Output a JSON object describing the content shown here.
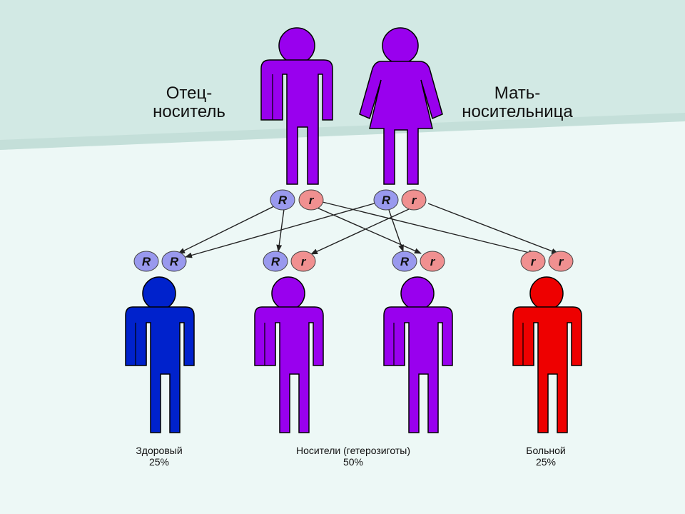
{
  "parents": {
    "father": {
      "label_line1": "Отец-",
      "label_line2": "носитель",
      "color": "#9900ee",
      "alleles": [
        "R",
        "r"
      ]
    },
    "mother": {
      "label_line1": "Мать-",
      "label_line2": "носительница",
      "color": "#9900ee",
      "alleles": [
        "R",
        "r"
      ]
    }
  },
  "children": [
    {
      "genotype": [
        "R",
        "R"
      ],
      "color": "#0022cc",
      "label_line1": "Здоровый",
      "label_line2": "25%"
    },
    {
      "genotype": [
        "R",
        "r"
      ],
      "color": "#9900ee",
      "label_line1": "",
      "label_line2": ""
    },
    {
      "genotype": [
        "R",
        "r"
      ],
      "color": "#9900ee",
      "label_line1": "",
      "label_line2": ""
    },
    {
      "genotype": [
        "r",
        "r"
      ],
      "color": "#ee0000",
      "label_line1": "Больной",
      "label_line2": "25%"
    }
  ],
  "carriers_label": {
    "line1": "Носители (гетерозиготы)",
    "line2": "50%"
  },
  "allele_colors": {
    "R": "#9999ee",
    "r": "#f09090"
  }
}
